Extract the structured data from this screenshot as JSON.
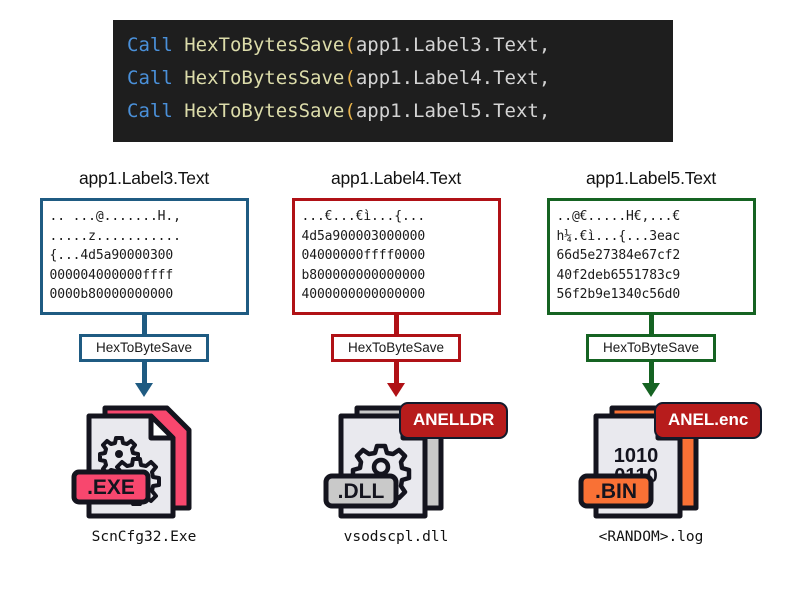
{
  "code_block": {
    "name": "vb-code-snippet",
    "lines": [
      {
        "keyword": "Call",
        "func": "HexToBytesSave",
        "paren": "(",
        "arg": "app1.Label3.Text,"
      },
      {
        "keyword": "Call",
        "func": "HexToBytesSave",
        "paren": "(",
        "arg": "app1.Label4.Text,"
      },
      {
        "keyword": "Call",
        "func": "HexToBytesSave",
        "paren": "(",
        "arg": "app1.Label5.Text,"
      }
    ],
    "colors": {
      "background": "#1e1e1e",
      "keyword": "#4a90d9",
      "function": "#dcdcaa",
      "paren": "#e8b34a",
      "identifier": "#d4d4d4"
    }
  },
  "columns": [
    {
      "title": "app1.Label3.Text",
      "accent": "#1f5b82",
      "hex_lines": [
        ".. ...@.......H.,",
        ".....z...........",
        "{...4d5a90000300",
        "000004000000ffff",
        "0000b80000000000"
      ],
      "function_label": "HexToByteSave",
      "file": {
        "icon": "exe-file-icon",
        "extension": ".EXE",
        "icon_color": "#f8476e",
        "filename": "ScnCfg32.Exe",
        "badge": null
      }
    },
    {
      "title": "app1.Label4.Text",
      "accent": "#b01116",
      "hex_lines": [
        "...€...€ì...{...",
        "4d5a900003000000",
        "04000000ffff0000",
        "b800000000000000",
        "4000000000000000"
      ],
      "function_label": "HexToByteSave",
      "file": {
        "icon": "dll-file-icon",
        "extension": ".DLL",
        "icon_color": "#c9c9c9",
        "filename": "vsodscpl.dll",
        "badge": "ANELLDR"
      }
    },
    {
      "title": "app1.Label5.Text",
      "accent": "#156322",
      "hex_lines": [
        "..@€.....H€,...€",
        "h¼.€ì...{...3eac",
        "66d5e27384e67cf2",
        "40f2deb6551783c9",
        "56f2b9e1340c56d0"
      ],
      "function_label": "HexToByteSave",
      "file": {
        "icon": "bin-file-icon",
        "extension": ".BIN",
        "icon_color": "#f97135",
        "filename": "<RANDOM>.log",
        "badge": "ANEL.enc",
        "binary_line1": "1010",
        "binary_line2": "0110"
      }
    }
  ]
}
